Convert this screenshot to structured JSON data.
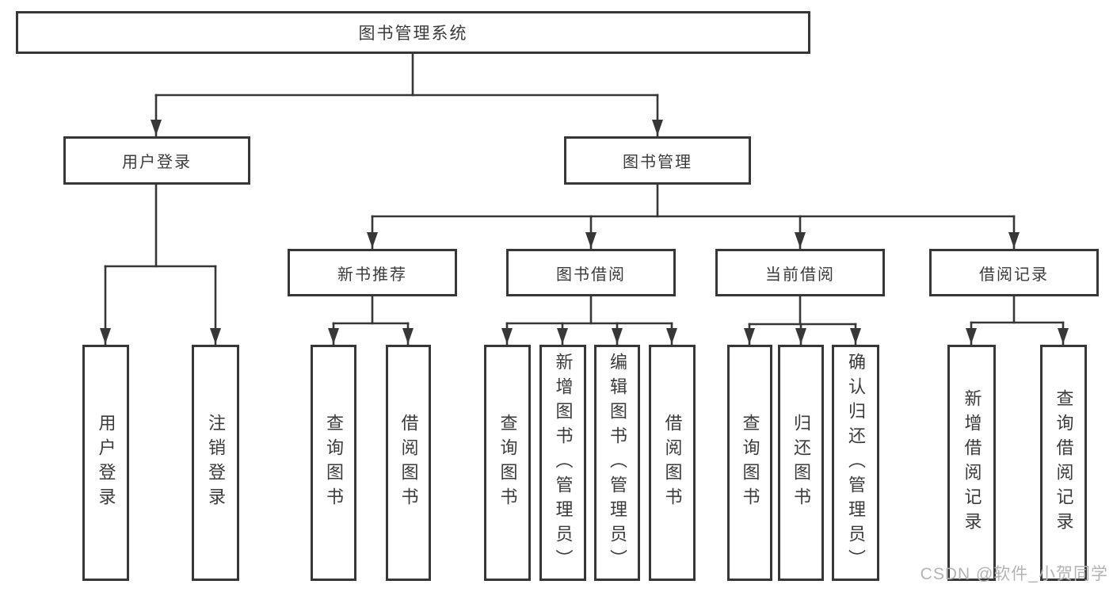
{
  "watermark": {
    "text": "CSDN @软件_小贺同学"
  },
  "colors": {
    "line": "#373737",
    "text": "#3b3b3b",
    "box_background": "#ffffff",
    "watermark": "#b3b3b3"
  },
  "diagram": {
    "root": {
      "label": "图书管理系统"
    },
    "user_login": {
      "label": "用户登录",
      "children": [
        {
          "label": "用户登录"
        },
        {
          "label": "注销登录"
        }
      ]
    },
    "book_mgmt": {
      "label": "图书管理",
      "children": {
        "new_book_rec": {
          "label": "新书推荐",
          "children": [
            {
              "label": "查询图书"
            },
            {
              "label": "借阅图书"
            }
          ]
        },
        "book_borrow": {
          "label": "图书借阅",
          "children": [
            {
              "label": "查询图书"
            },
            {
              "label": "新增图书（管理员）"
            },
            {
              "label": "编辑图书（管理员）"
            },
            {
              "label": "借阅图书"
            }
          ]
        },
        "current_borrow": {
          "label": "当前借阅",
          "children": [
            {
              "label": "查询图书"
            },
            {
              "label": "归还图书"
            },
            {
              "label": "确认归还（管理员）"
            }
          ]
        },
        "borrow_records": {
          "label": "借阅记录",
          "children": [
            {
              "label": "新增借阅记录"
            },
            {
              "label": "查询借阅记录"
            }
          ]
        }
      }
    }
  }
}
